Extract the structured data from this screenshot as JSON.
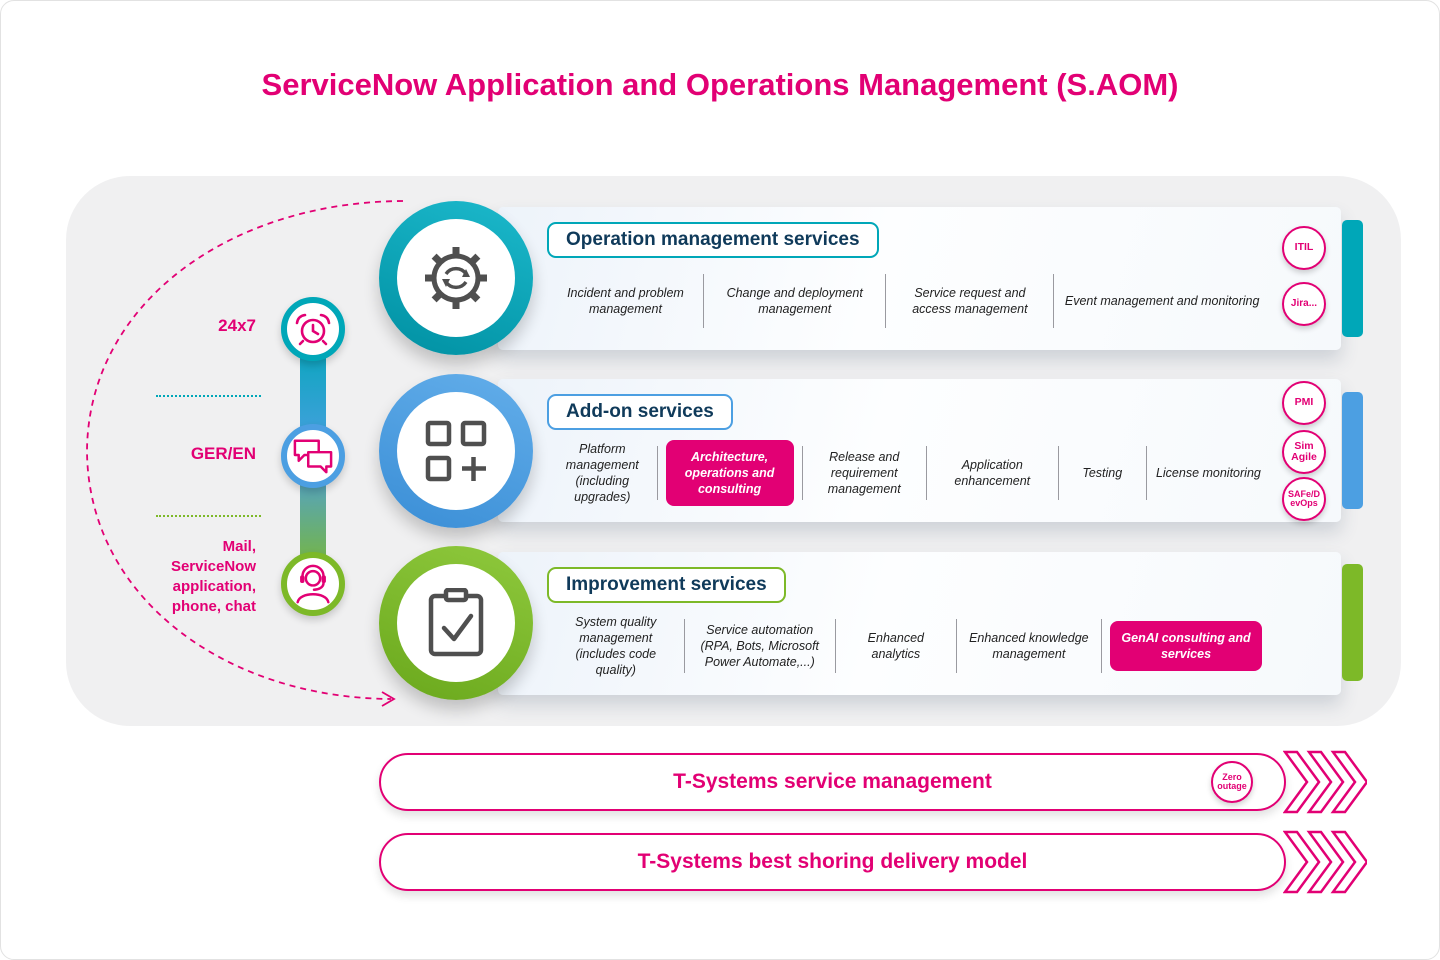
{
  "title": "ServiceNow Application and Operations Management (S.AOM)",
  "colors": {
    "magenta": "#E20074",
    "teal": "#00A7B8",
    "blue": "#4C9FE2",
    "green": "#7DB928",
    "panel_gray": "#F0F0F1",
    "header_text": "#0F3A5A"
  },
  "icons": {
    "row1": "gear-sync-icon",
    "row2": "grid-plus-icon",
    "row3": "clipboard-check-icon",
    "left1": "alarm-clock-icon",
    "left2": "chat-bubbles-icon",
    "left3": "headset-agent-icon",
    "banner_arrows": "chevron-arrows-icon"
  },
  "left_panel": {
    "items": [
      {
        "label": "24x7",
        "icon": "alarm-clock-icon"
      },
      {
        "label": "GER/EN",
        "icon": "chat-bubbles-icon"
      },
      {
        "label": "Mail, ServiceNow application, phone, chat",
        "icon": "headset-agent-icon"
      }
    ]
  },
  "rows": [
    {
      "header": "Operation management services",
      "accent": "#00A7B8",
      "icon": "gear-sync-icon",
      "items": [
        {
          "label": "Incident and problem management",
          "highlight": false
        },
        {
          "label": "Change and deployment management",
          "highlight": false
        },
        {
          "label": "Service request and access management",
          "highlight": false
        },
        {
          "label": "Event management and monitoring",
          "highlight": false
        }
      ],
      "badges": [
        "ITIL",
        "Jira..."
      ]
    },
    {
      "header": "Add-on services",
      "accent": "#4C9FE2",
      "icon": "grid-plus-icon",
      "items": [
        {
          "label": "Platform management (including upgrades)",
          "highlight": false
        },
        {
          "label": "Architecture, operations and consulting",
          "highlight": true
        },
        {
          "label": "Release and requirement management",
          "highlight": false
        },
        {
          "label": "Application enhancement",
          "highlight": false
        },
        {
          "label": "Testing",
          "highlight": false
        },
        {
          "label": "License monitoring",
          "highlight": false
        }
      ],
      "badges": [
        "PMI",
        "Sim Agile",
        "SAFe/DevOps"
      ]
    },
    {
      "header": "Improvement services",
      "accent": "#7DB928",
      "icon": "clipboard-check-icon",
      "items": [
        {
          "label": "System quality management (includes code quality)",
          "highlight": false
        },
        {
          "label": "Service automation (RPA, Bots, Microsoft Power Automate,...)",
          "highlight": false
        },
        {
          "label": "Enhanced analytics",
          "highlight": false
        },
        {
          "label": "Enhanced knowledge management",
          "highlight": false
        },
        {
          "label": "GenAI consulting and services",
          "highlight": true
        }
      ],
      "badges": []
    }
  ],
  "banners": [
    {
      "label": "T-Systems service management",
      "badge": "Zero outage"
    },
    {
      "label": "T-Systems best shoring delivery model"
    }
  ]
}
